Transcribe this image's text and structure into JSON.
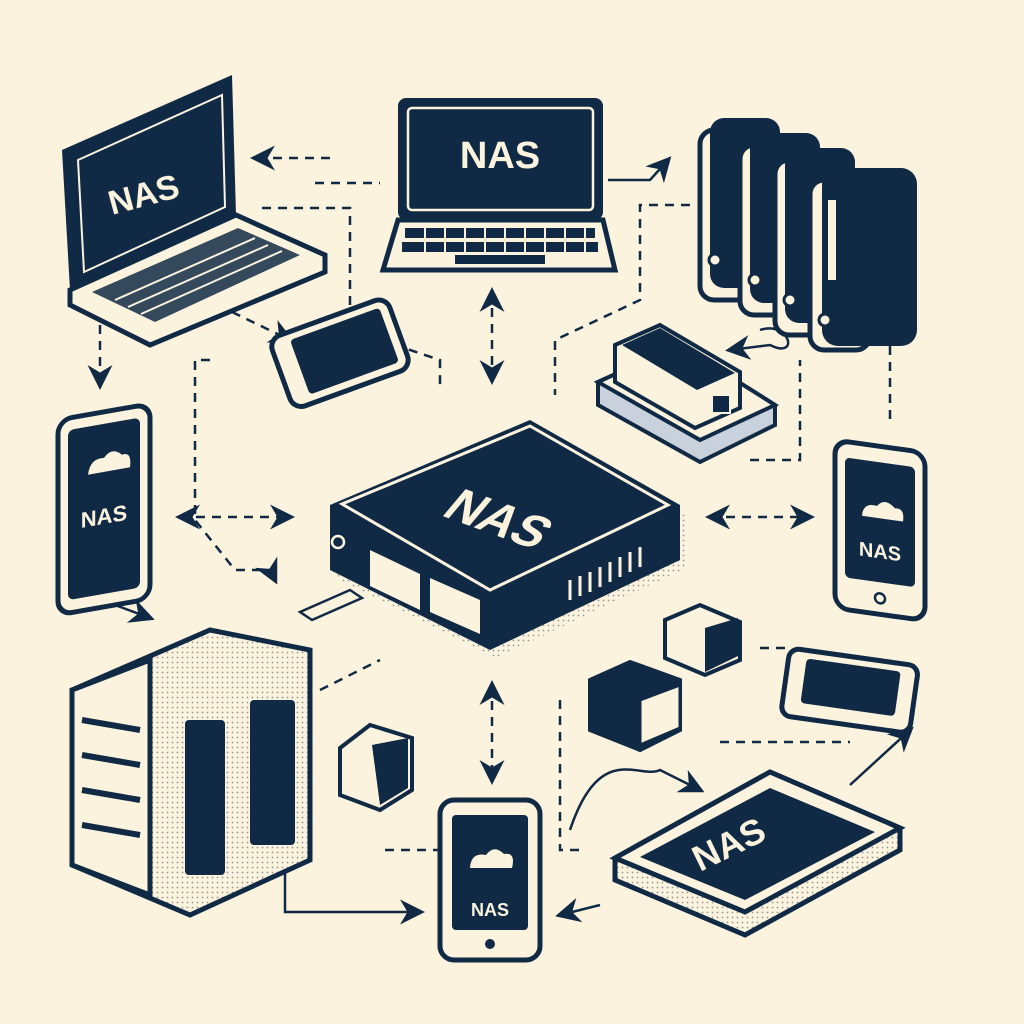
{
  "colors": {
    "background": "#fbf3dd",
    "ink": "#102a45",
    "light": "#fbf3dd",
    "accent_gray": "#c9d2dc"
  },
  "devices": {
    "central_nas": {
      "label": "NAS"
    },
    "laptop_top_left": {
      "label": "NAS"
    },
    "laptop_top_center": {
      "label": "NAS"
    },
    "phone_left": {
      "label": "NAS",
      "icon": "cloud-icon"
    },
    "phone_right": {
      "label": "NAS",
      "icon": "cloud-icon"
    },
    "phone_bottom": {
      "label": "NAS",
      "icon": "cloud-icon"
    },
    "tablet_bottom_right": {
      "label": "NAS"
    }
  }
}
